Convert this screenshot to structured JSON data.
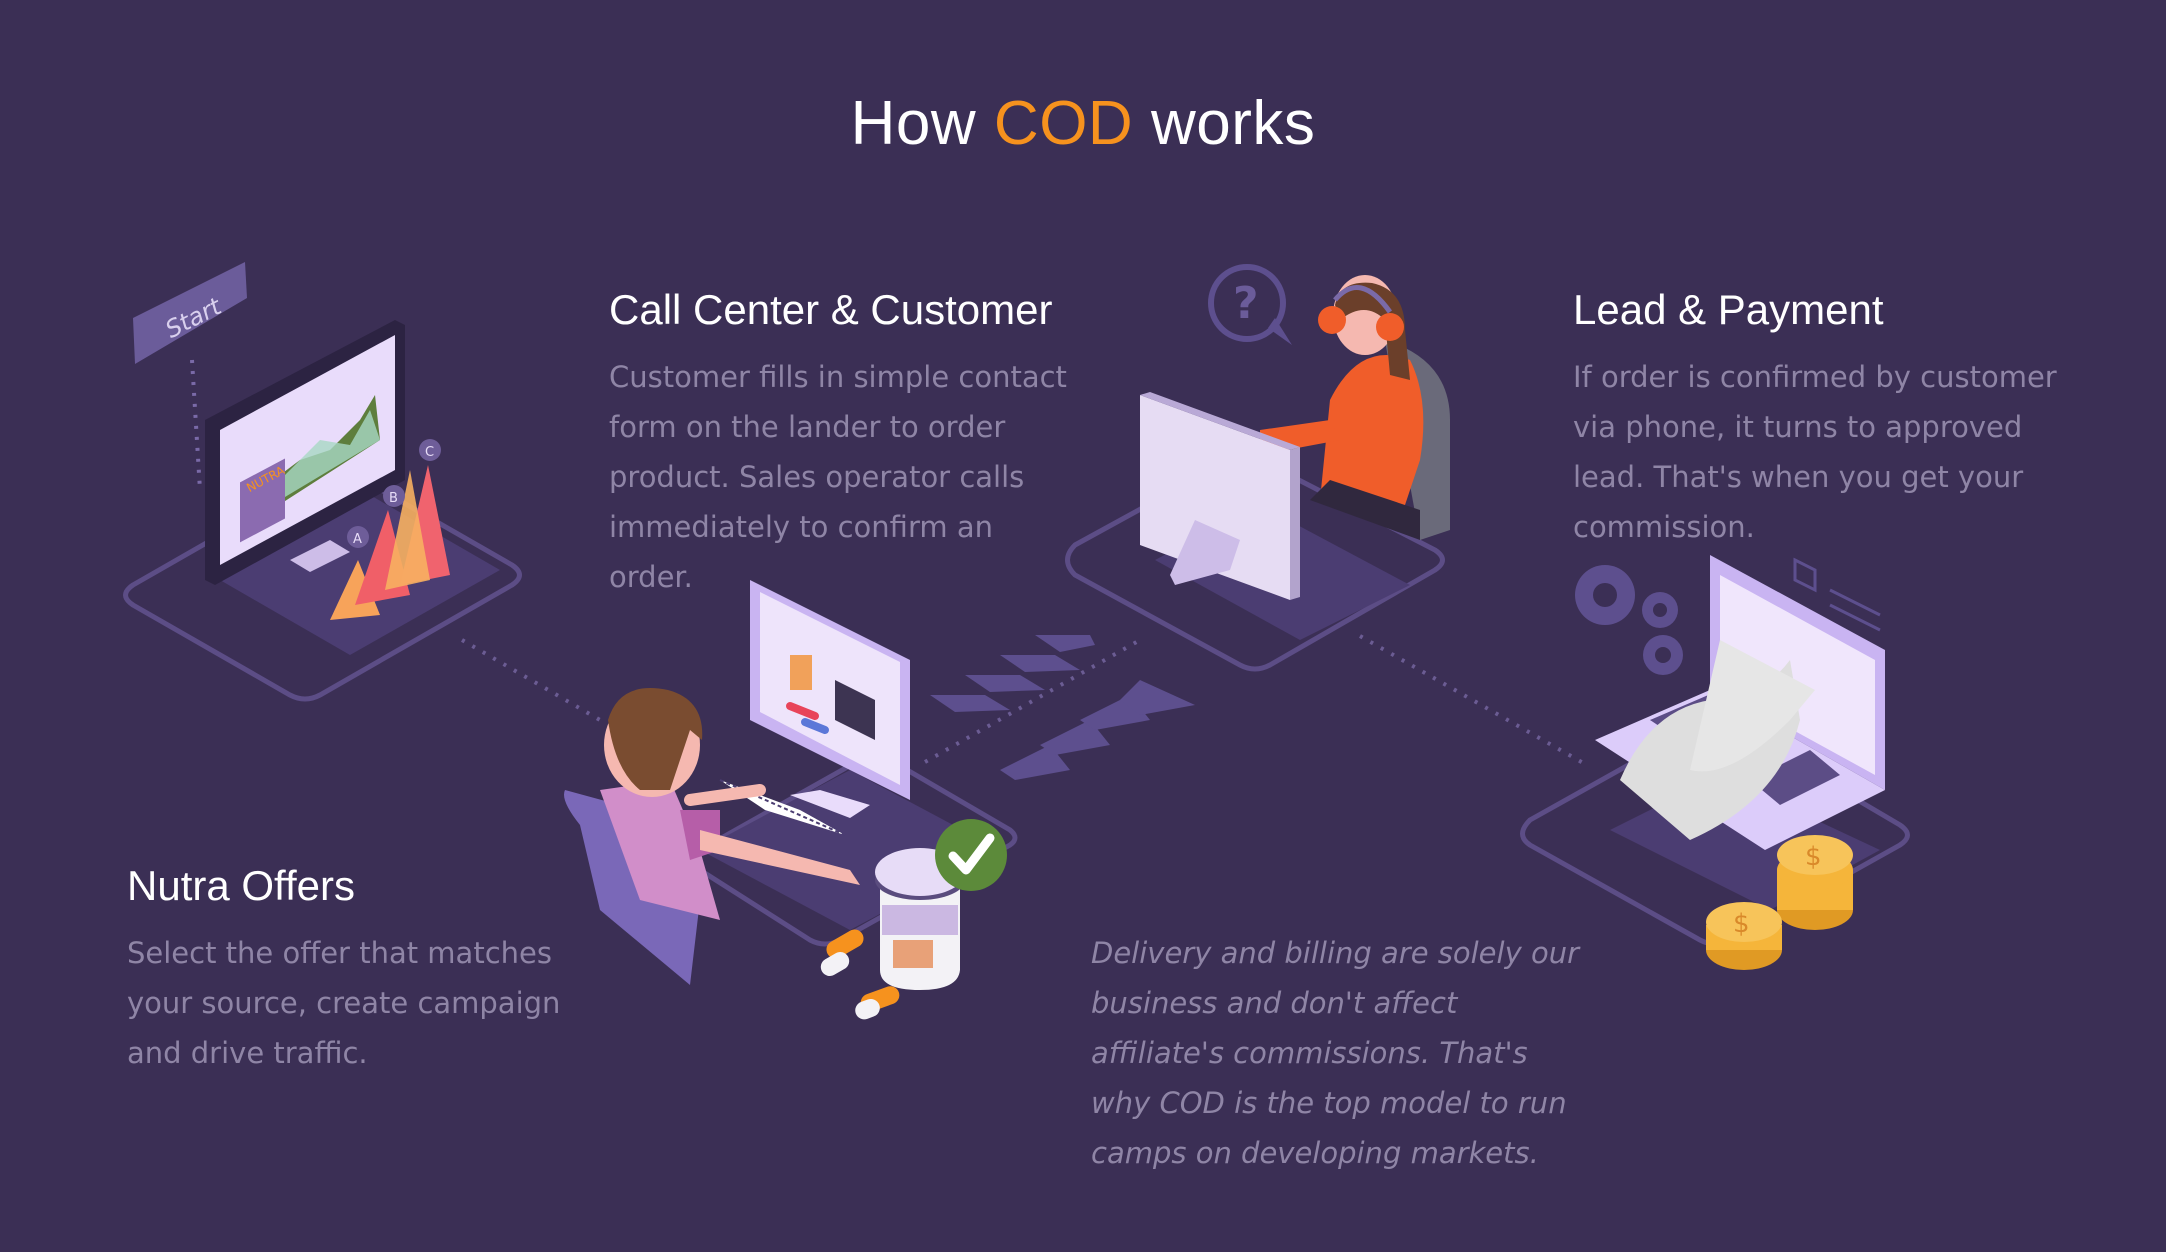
{
  "header": {
    "title_before": "How",
    "title_accent": "COD",
    "title_after": "works"
  },
  "steps": [
    {
      "heading": "Nutra Offers",
      "text": "Select the offer that matches your source, create campaign and drive traffic."
    },
    {
      "heading": "Call Center & Customer",
      "text": "Customer fills in simple contact form on the lander to order product. Sales operator calls immediately to confirm an order."
    },
    {
      "heading": "Lead & Payment",
      "text": "If order is confirmed by customer via phone, it turns to approved lead. That's when you get your commission."
    }
  ],
  "note": {
    "text": "Delivery and billing are solely our business and don't affect affiliate's commissions. That's why COD is the top model to run camps on developing markets."
  },
  "illustration": {
    "start_label": "Start",
    "bottle_label": "NUTRA",
    "chart_labels": [
      "A",
      "B",
      "C"
    ],
    "help_glyph": "?"
  },
  "colors": {
    "background": "#3b2f55",
    "accent": "#f6921e",
    "heading": "#ffffff",
    "body_text": "#8f85a6",
    "platform_stroke": "#5c4d86",
    "platform_fill": "#4b3d72",
    "check_green": "#5c8a3a",
    "coin_gold": "#f5b53a"
  },
  "icons": [
    "start-sign-icon",
    "monitor-chart-icon",
    "pyramid-chart-icon",
    "user-at-computer-icon",
    "pill-bottle-icon",
    "checkmark-icon",
    "call-operator-icon",
    "question-bubble-icon",
    "arrows-icon",
    "gears-icon",
    "laptop-receipt-icon",
    "coins-icon"
  ]
}
